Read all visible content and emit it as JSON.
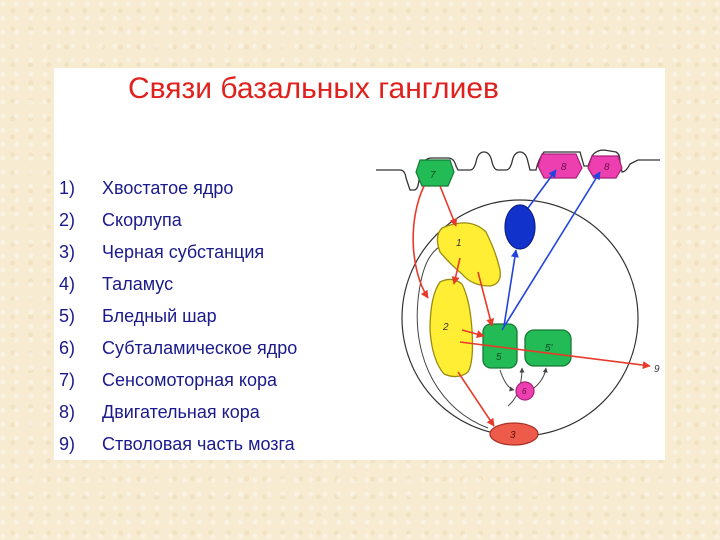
{
  "title": "Связи базальных ганглиев",
  "legend": [
    {
      "num": "1)",
      "label": "Хвостатое ядро"
    },
    {
      "num": "2)",
      "label": "Скорлупа"
    },
    {
      "num": "3)",
      "label": "Черная субстанция"
    },
    {
      "num": "4)",
      "label": "Таламус"
    },
    {
      "num": "5)",
      "label": "Бледный шар"
    },
    {
      "num": "6)",
      "label": "Субталамическое ядро"
    },
    {
      "num": "7)",
      "label": "Сенсомоторная кора"
    },
    {
      "num": "8)",
      "label": "Двигательная кора"
    },
    {
      "num": "9)",
      "label": "Стволовая  часть мозга"
    }
  ],
  "diagram_labels": {
    "n1": "1",
    "n2": "2",
    "n3": "3",
    "n5": "5",
    "n5p": "5'",
    "n6": "6",
    "n7": "7",
    "n8a": "8",
    "n8b": "8",
    "n9": "9"
  },
  "colors": {
    "title": "#e0201c",
    "legend_text": "#1a1a8c",
    "caudate": "#ffee33",
    "globus_pallidus": "#22bb55",
    "thalamus": "#1133cc",
    "motor_cortex": "#ee3fb0",
    "substantia_nigra": "#ee5b4b",
    "arrow_red": "#e83a2a",
    "arrow_blue": "#2244dd"
  }
}
